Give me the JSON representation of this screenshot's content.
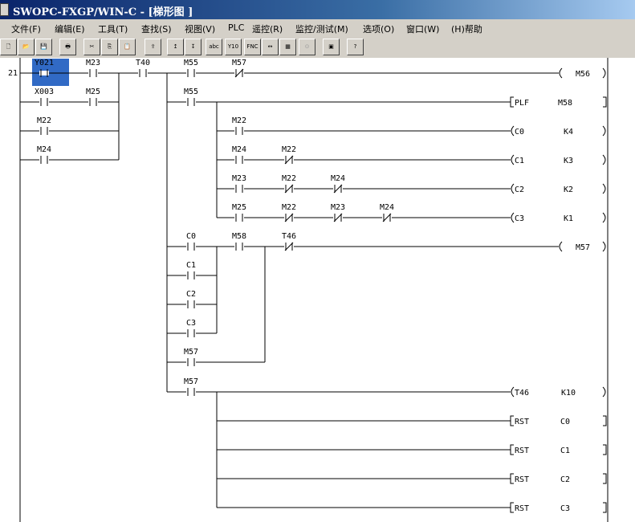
{
  "window": {
    "title": "SWOPC-FXGP/WIN-C - [梯形图 ]"
  },
  "menu": [
    "文件(F)",
    "编辑(E)",
    "工具(T)",
    "查找(S)",
    "视图(V)",
    "PLC",
    "遥控(R)",
    "监控/测试(M)",
    "选项(O)",
    "窗口(W)",
    "(H)帮助"
  ],
  "toolbar": {
    "buttons": [
      {
        "icon": "new-file-icon",
        "glyph": "🗋"
      },
      {
        "icon": "open-folder-icon",
        "glyph": "📂"
      },
      {
        "icon": "save-icon",
        "glyph": "💾"
      },
      {
        "icon": "print-icon",
        "glyph": "🖶"
      },
      {
        "icon": "cut-icon",
        "glyph": "✂"
      },
      {
        "icon": "copy-icon",
        "glyph": "⎘"
      },
      {
        "icon": "paste-icon",
        "glyph": "📋"
      },
      {
        "icon": "transfer-icon",
        "glyph": "⇪"
      },
      {
        "icon": "read-plc-icon",
        "glyph": "↥"
      },
      {
        "icon": "write-plc-icon",
        "glyph": "↧"
      },
      {
        "icon": "abc-icon",
        "glyph": "abc"
      },
      {
        "icon": "y10-icon",
        "glyph": "Y10"
      },
      {
        "icon": "fnc-icon",
        "glyph": "FNC"
      },
      {
        "icon": "arrows-icon",
        "glyph": "↔"
      },
      {
        "icon": "monitor-icon",
        "glyph": "▦"
      },
      {
        "icon": "binoculars-icon",
        "glyph": "⊙"
      },
      {
        "icon": "window-icon",
        "glyph": "▣"
      },
      {
        "icon": "help-icon",
        "glyph": "?"
      }
    ]
  },
  "ladder": {
    "step": "21",
    "selected_contact": "Y021",
    "contacts": [
      "Y021",
      "M23",
      "T40",
      "M55",
      "M57",
      "X003",
      "M25",
      "M22",
      "M24",
      "M55",
      "M22",
      "M24",
      "M22",
      "M23",
      "M22",
      "M24",
      "M25",
      "M22",
      "M23",
      "M24",
      "C0",
      "M58",
      "T46",
      "C1",
      "C2",
      "C3",
      "M57",
      "M57"
    ],
    "outputs": [
      {
        "op": "M56",
        "arg": ""
      },
      {
        "op": "PLF",
        "arg": "M58"
      },
      {
        "op": "C0",
        "arg": "K4"
      },
      {
        "op": "C1",
        "arg": "K3"
      },
      {
        "op": "C2",
        "arg": "K2"
      },
      {
        "op": "C3",
        "arg": "K1"
      },
      {
        "op": "M57",
        "arg": ""
      },
      {
        "op": "T46",
        "arg": "K10"
      },
      {
        "op": "RST",
        "arg": "C0"
      },
      {
        "op": "RST",
        "arg": "C1"
      },
      {
        "op": "RST",
        "arg": "C2"
      },
      {
        "op": "RST",
        "arg": "C3"
      }
    ]
  }
}
